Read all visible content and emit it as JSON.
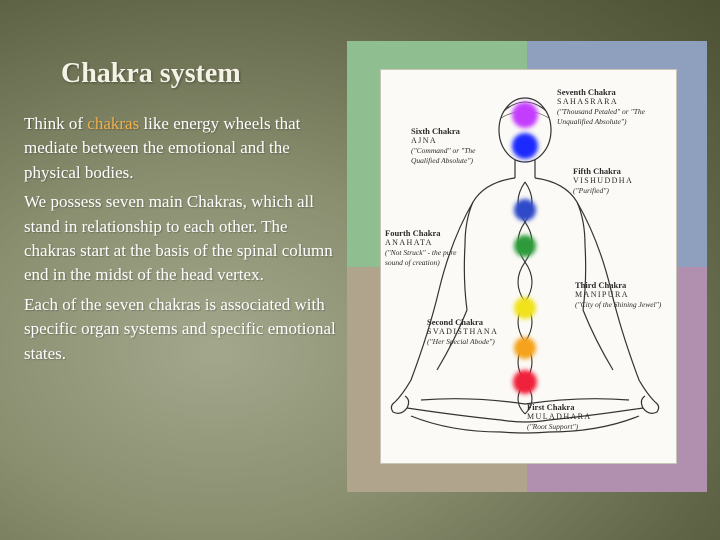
{
  "slide": {
    "title": "Chakra system",
    "paragraph1": {
      "before": "Think of ",
      "highlight": "chakras",
      "after": " like energy wheels that mediate between the emotional and the physical bodies."
    },
    "paragraph2": "We possess seven main Chakras, which all stand in relationship to each other. The chakras start at the basis of the spinal column end in the midst of the head vertex.",
    "paragraph3": "Each of the seven chakras is associated with specific organ systems and specific emotional states."
  },
  "colors": {
    "highlight": "#f3b04b",
    "quadrants": [
      "#8fbf91",
      "#8ea0bd",
      "#b0a58c",
      "#b18fae"
    ],
    "chakras": [
      "#c43dff",
      "#1f2bff",
      "#2d49c9",
      "#2e9b3a",
      "#f1e21a",
      "#f5a21a",
      "#f0213a"
    ]
  },
  "figure": {
    "labels": [
      {
        "name": "Seventh Chakra",
        "sanskrit": "SAHASRARA",
        "desc": "(\"Thousand Petaled\" or \"The Unqualified Absolute\")"
      },
      {
        "name": "Sixth Chakra",
        "sanskrit": "AJNA",
        "desc": "(\"Command\" or \"The Qualified Absolute\")"
      },
      {
        "name": "Fifth Chakra",
        "sanskrit": "VISHUDDHA",
        "desc": "(\"Purified\")"
      },
      {
        "name": "Fourth Chakra",
        "sanskrit": "ANAHATA",
        "desc": "(\"Not Struck\" - the pure sound of creation)"
      },
      {
        "name": "Third Chakra",
        "sanskrit": "MANIPURA",
        "desc": "(\"City of the Shining Jewel\")"
      },
      {
        "name": "Second Chakra",
        "sanskrit": "SVADISTHANA",
        "desc": "(\"Her Special Abode\")"
      },
      {
        "name": "First Chakra",
        "sanskrit": "MULADHARA",
        "desc": "(\"Root Support\")"
      }
    ]
  }
}
